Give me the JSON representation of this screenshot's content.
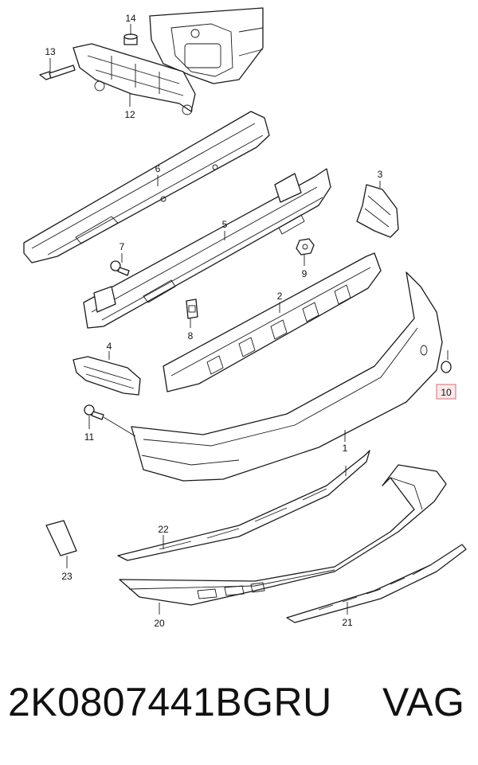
{
  "callouts": {
    "c1": "1",
    "c2": "2",
    "c3": "3",
    "c4": "4",
    "c5": "5",
    "c6": "6",
    "c7": "7",
    "c8": "8",
    "c9": "9",
    "c10": "10",
    "c11": "11",
    "c12": "12",
    "c13": "13",
    "c14": "14",
    "c20": "20",
    "c21": "21",
    "c22": "22",
    "c23": "23"
  },
  "highlighted_callout": "10",
  "caption": {
    "part_number": "2K0807441BGRU",
    "brand": "VAG"
  }
}
